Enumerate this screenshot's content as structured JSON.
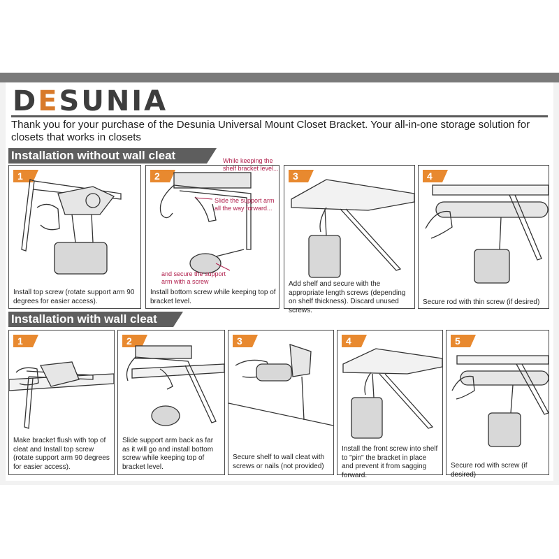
{
  "brand": {
    "logo_prefix": "D",
    "logo_e": "E",
    "logo_rest": "SUNIA"
  },
  "intro": "Thank you for your purchase of the Desunia Universal Mount Closet Bracket. Your all-in-one storage solution for closets that works in closets",
  "section1": {
    "title": "Installation without wall cleat",
    "steps": [
      {
        "num": "1",
        "caption": "Install top screw (rotate support arm 90 degrees for easier access)."
      },
      {
        "num": "2",
        "caption": "Install bottom screw while keeping top of bracket level."
      },
      {
        "num": "3",
        "caption": "Add shelf and secure with the appropriate length screws (depending on shelf thickness). Discard unused screws."
      },
      {
        "num": "4",
        "caption": "Secure rod with thin screw (if desired)"
      }
    ],
    "notes": {
      "level": "While keeping the shelf bracket level...",
      "slide": "Slide the support arm all the way forward...",
      "secure": "and secure the support arm with a screw"
    }
  },
  "section2": {
    "title": "Installation with wall cleat",
    "steps": [
      {
        "num": "1",
        "caption": "Make bracket flush with top of cleat and Install top screw (rotate support arm 90 degrees for easier access)."
      },
      {
        "num": "2",
        "caption": "Slide support arm back as far as it will go and install bottom screw while keeping top of bracket level."
      },
      {
        "num": "3",
        "caption": "Secure shelf to wall cleat with screws or nails (not provided)"
      },
      {
        "num": "4",
        "caption": "Install the front screw into shelf to \"pin\" the bracket in place and prevent it from sagging forward."
      },
      {
        "num": "5",
        "caption": "Secure rod with screw (if desired)"
      }
    ]
  },
  "colors": {
    "accent": "#e8892f",
    "header_bar": "#5e5e5e",
    "note": "#b01e4b"
  }
}
